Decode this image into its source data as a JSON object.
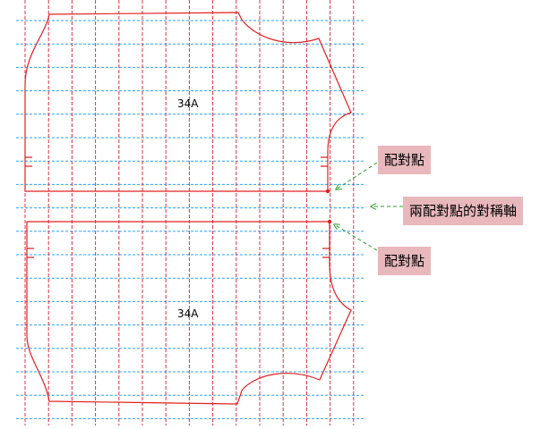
{
  "pieces": [
    {
      "label": "34A"
    },
    {
      "label": "34A"
    }
  ],
  "callouts": {
    "top_notch": "配對點",
    "symmetry_axis": "兩配對點的對稱軸",
    "bottom_notch": "配對點"
  },
  "colors": {
    "pattern_line": "#e02020",
    "grid_horizontal": "#2aa0ff",
    "grid_vertical": "#e03040",
    "leader_line": "#2aa02a",
    "callout_bg": "#e8b8bc"
  }
}
